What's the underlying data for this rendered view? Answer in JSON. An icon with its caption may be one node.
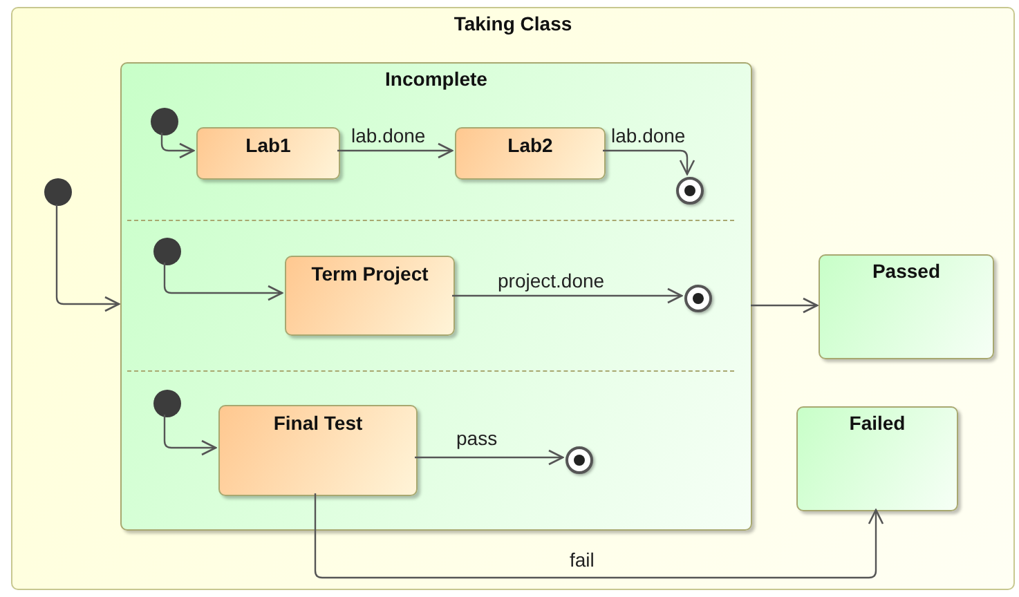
{
  "diagram": {
    "nodes": [
      {
        "text": [
          "Taking Class"
        ]
      },
      {
        "text": [
          "Incomplete"
        ],
        "in": 0
      },
      {
        "text": [],
        "shape": "circle",
        "in": 1
      },
      {
        "text": [
          "Lab1"
        ],
        "in": 1
      },
      {
        "text": [
          "Lab2"
        ],
        "in": 1
      },
      {
        "text": [],
        "shape": "bullseye",
        "in": 1
      },
      {
        "text": [],
        "shape": "circle",
        "in": 1
      },
      {
        "text": [
          "Term Project"
        ],
        "in": 1
      },
      {
        "text": [],
        "shape": "bullseye",
        "in": 1
      },
      {
        "text": [],
        "shape": "circle",
        "in": 1
      },
      {
        "text": [
          "Final Test"
        ],
        "in": 1
      },
      {
        "text": [],
        "shape": "bullseye",
        "in": 1
      },
      {
        "text": [],
        "shape": "circle",
        "in": 0
      },
      {
        "text": [
          "Passed"
        ],
        "in": 0
      },
      {
        "text": [
          "Failed"
        ],
        "in": 0
      }
    ],
    "edges": [
      {
        "from": 2,
        "to": 3,
        "arrow": "to"
      },
      {
        "from": 3,
        "to": 4,
        "arrow": "to",
        "label": "lab.done"
      },
      {
        "from": 4,
        "to": 5,
        "arrow": "to",
        "label": "lab.done"
      },
      {
        "from": 6,
        "to": 7,
        "arrow": "to"
      },
      {
        "from": 7,
        "to": 8,
        "arrow": "to",
        "label": "project.done"
      },
      {
        "from": 9,
        "to": 10,
        "arrow": "to"
      },
      {
        "from": 10,
        "to": 11,
        "arrow": "to",
        "label": "pass"
      },
      {
        "from": 12,
        "to": 1,
        "arrow": "to"
      },
      {
        "from": 1,
        "to": 13,
        "arrow": "to"
      },
      {
        "from": 10,
        "to": 14,
        "arrow": "to",
        "label": "fail"
      }
    ]
  }
}
